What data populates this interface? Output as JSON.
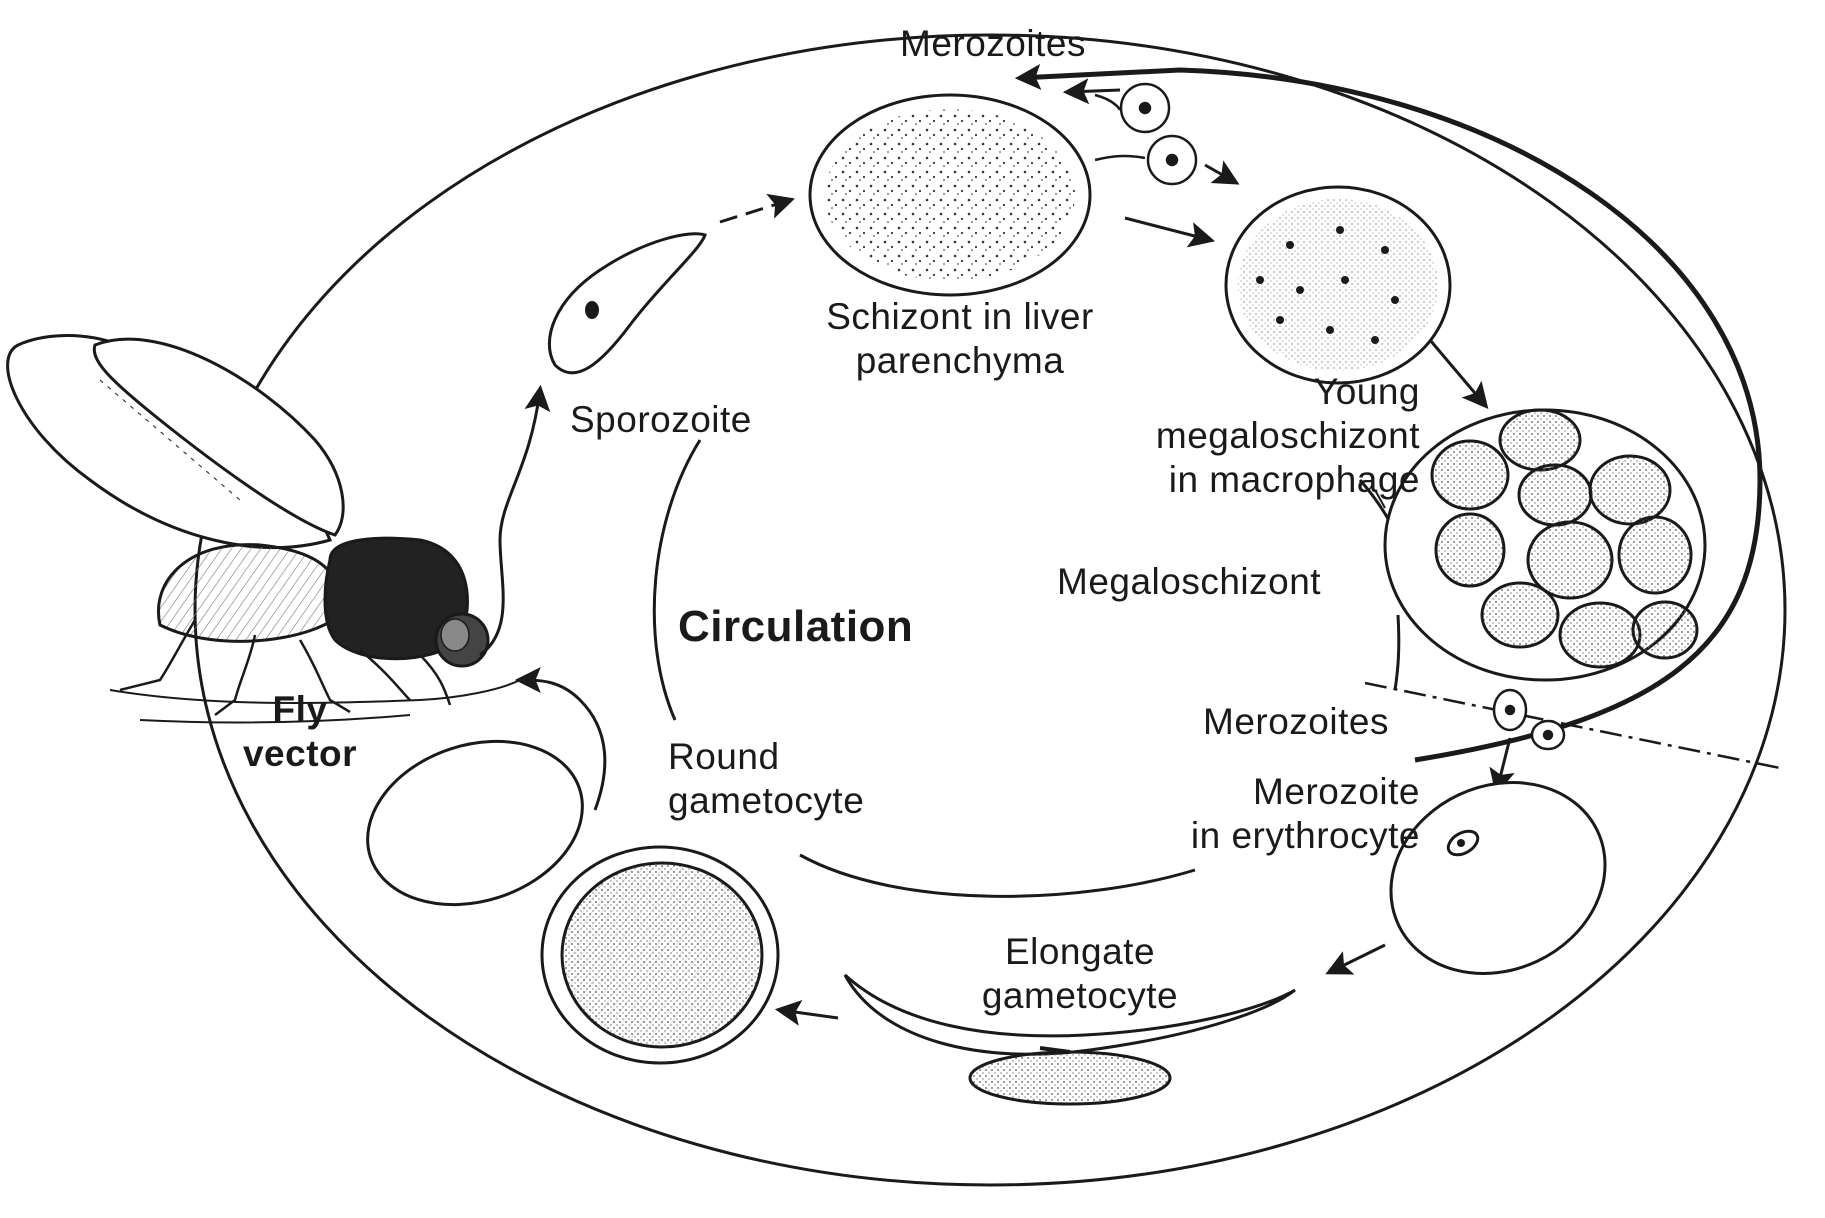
{
  "labels": {
    "merozoites_top": "Merozoites",
    "schizont_liver": "Schizont in liver\nparenchyma",
    "sporozoite": "Sporozoite",
    "young_megaloschizont": "Young\nmegaloschizont\nin macrophage",
    "megaloschizont": "Megaloschizont",
    "circulation": "Circulation",
    "merozoites_right": "Merozoites",
    "merozoite_erythrocyte": "Merozoite\nin erythrocyte",
    "round_gametocyte": "Round\ngametocyte",
    "elongate_gametocyte": "Elongate\ngametocyte",
    "fly_vector": "Fly\nvector"
  },
  "icons": {
    "fly": "fly-icon",
    "sporozoite": "sporozoite-cell-icon",
    "schizont": "schizont-cell-icon",
    "young_megaloschizont": "young-megaloschizont-cell-icon",
    "megaloschizont": "megaloschizont-cell-icon",
    "merozoite": "merozoite-cell-icon",
    "erythrocyte": "erythrocyte-icon",
    "elongate_gametocyte": "elongate-gametocyte-icon",
    "round_gametocyte": "round-gametocyte-icon",
    "empty_cell": "empty-erythrocyte-icon"
  },
  "colors": {
    "ink": "#1a1a1a",
    "background": "#ffffff",
    "fly_body": "#222222"
  }
}
